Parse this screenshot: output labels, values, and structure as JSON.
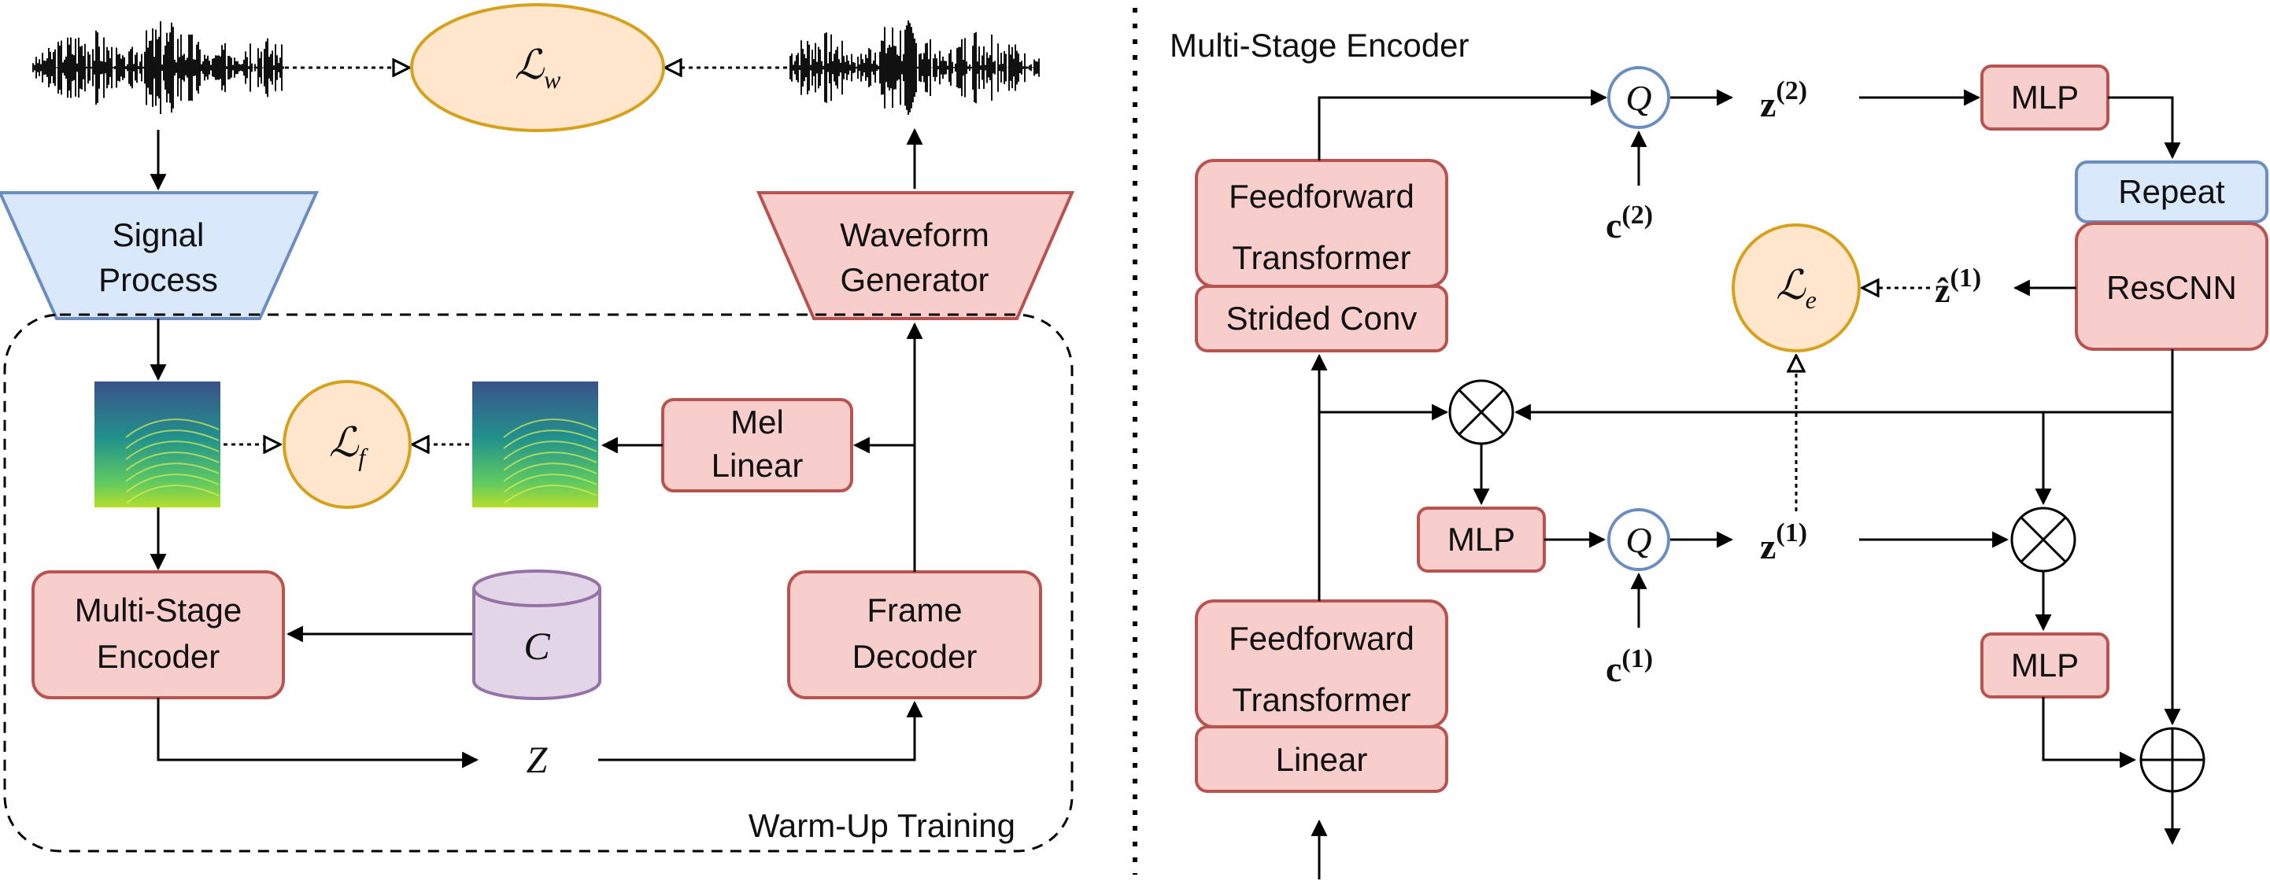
{
  "left": {
    "loss_wave": {
      "sym": "ℒ",
      "sub": "w"
    },
    "loss_frame": {
      "sym": "ℒ",
      "sub": "f"
    },
    "signal_process": {
      "line1": "Signal",
      "line2": "Process"
    },
    "waveform_generator": {
      "line1": "Waveform",
      "line2": "Generator"
    },
    "mel_linear": {
      "line1": "Mel",
      "line2": "Linear"
    },
    "multi_stage_encoder": {
      "line1": "Multi-Stage",
      "line2": "Encoder"
    },
    "frame_decoder": {
      "line1": "Frame",
      "line2": "Decoder"
    },
    "codebook": "C",
    "latent": "Z",
    "region_label": "Warm-Up Training"
  },
  "right": {
    "title": "Multi-Stage Encoder",
    "ff_top": {
      "line1": "Feedforward",
      "line2": "Transformer"
    },
    "strided_conv": "Strided Conv",
    "ff_bottom": {
      "line1": "Feedforward",
      "line2": "Transformer"
    },
    "linear": "Linear",
    "q_top": "Q",
    "q_bottom": "Q",
    "c2": {
      "base": "c",
      "sup": "(2)"
    },
    "c1": {
      "base": "c",
      "sup": "(1)"
    },
    "z2": {
      "base": "z",
      "sup": "(2)"
    },
    "z1": {
      "base": "z",
      "sup": "(1)"
    },
    "zhat1": {
      "base": "ẑ",
      "sup": "(1)"
    },
    "mlp_top": "MLP",
    "mlp_mid": "MLP",
    "mlp_low": "MLP",
    "repeat": "Repeat",
    "rescnn": "ResCNN",
    "loss_e": {
      "sym": "ℒ",
      "sub": "e"
    }
  },
  "colors": {
    "red_fill": "#f8cecc",
    "red_stroke": "#b85450",
    "blue_fill": "#dae8fc",
    "blue_stroke": "#6c8ebf",
    "orange_fill": "#ffe6cc",
    "orange_stroke": "#d6a21e",
    "purple_fill": "#e1d5e7",
    "purple_stroke": "#9673a6"
  }
}
